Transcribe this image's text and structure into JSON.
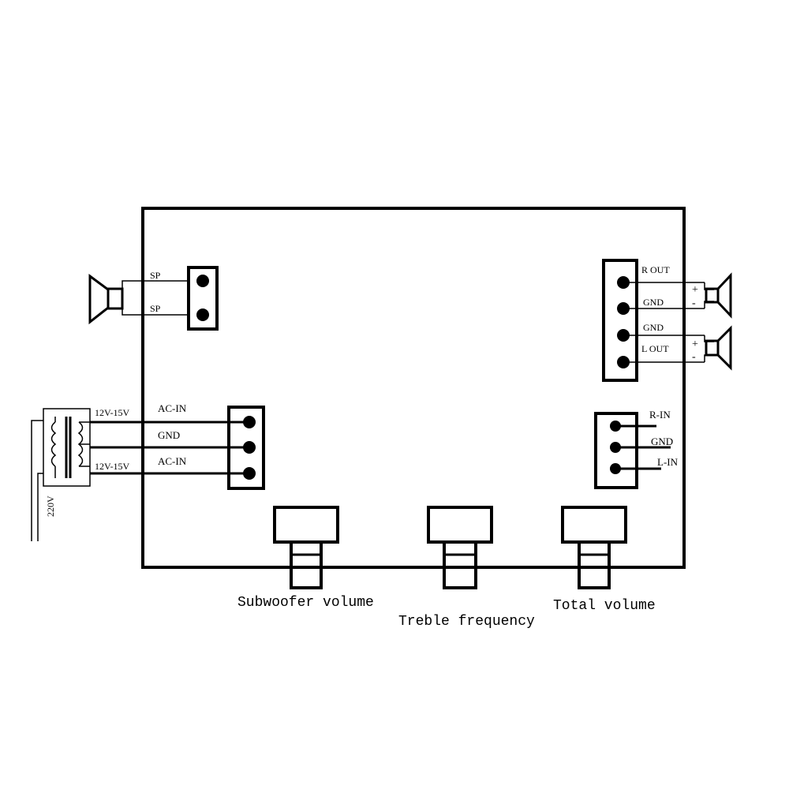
{
  "left_speaker": {
    "pins": [
      "SP",
      "SP"
    ]
  },
  "right_output": {
    "pins": [
      "R OUT",
      "GND",
      "GND",
      "L OUT"
    ],
    "polarity_r": [
      "+",
      "-"
    ],
    "polarity_l": [
      "+",
      "-"
    ]
  },
  "ac_input": {
    "pins": [
      "AC-IN",
      "GND",
      "AC-IN"
    ],
    "voltages": [
      "12V-15V",
      "12V-15V"
    ],
    "mains_label": "220V"
  },
  "signal_input": {
    "pins": [
      "R-IN",
      "GND",
      "L-IN"
    ]
  },
  "knobs": {
    "subwoofer": "Subwoofer volume",
    "treble": "Treble frequency",
    "total": "Total volume"
  }
}
